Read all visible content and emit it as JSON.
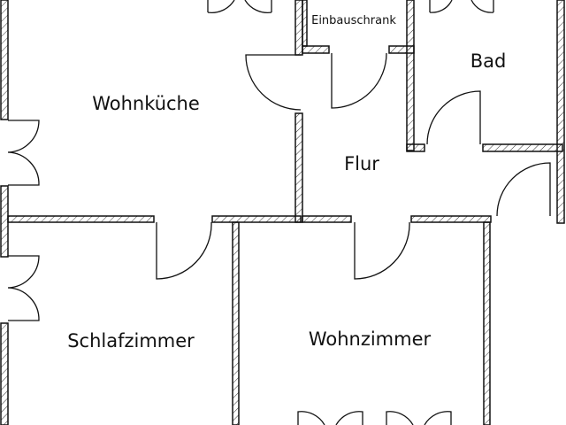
{
  "floorplan": {
    "rooms": [
      {
        "id": "wohnkueche",
        "label": "Wohnküche"
      },
      {
        "id": "einbauschrank",
        "label": "Einbauschrank"
      },
      {
        "id": "bad",
        "label": "Bad"
      },
      {
        "id": "flur",
        "label": "Flur"
      },
      {
        "id": "schlafzimmer",
        "label": "Schlafzimmer"
      },
      {
        "id": "wohnzimmer",
        "label": "Wohnzimmer"
      }
    ],
    "colors": {
      "wall": "#111111",
      "hatch": "#333333",
      "background": "#ffffff"
    }
  }
}
